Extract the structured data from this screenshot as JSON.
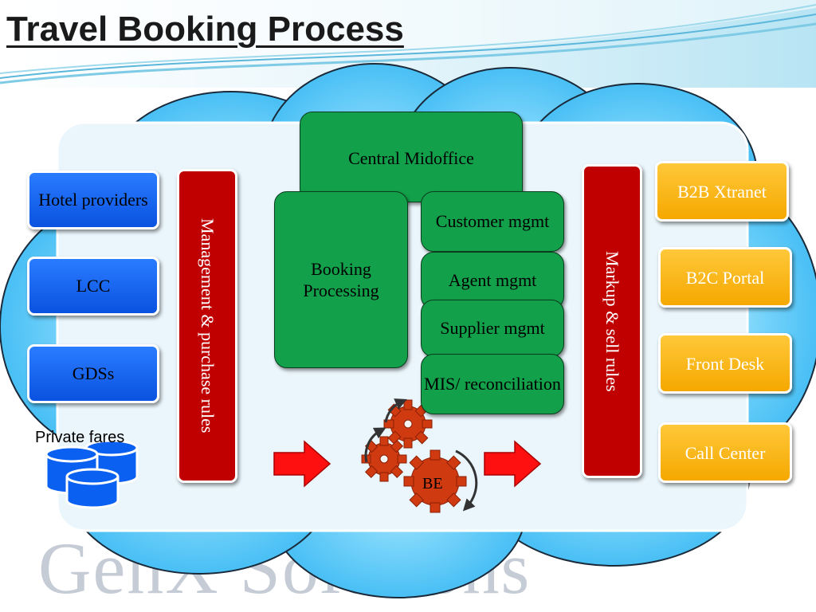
{
  "title": "Travel Booking Process",
  "watermark": "GenX Solutions",
  "suppliers": {
    "hotel": "Hotel providers",
    "lcc": "LCC",
    "gds": "GDSs",
    "private_fares": "Private fares"
  },
  "left_bar": "Management & purchase rules",
  "right_bar": "Markup & sell rules",
  "midoffice": {
    "central": "Central Midoffice",
    "booking": "Booking Processing",
    "customer": "Customer mgmt",
    "agent": "Agent mgmt",
    "supplier": "Supplier mgmt",
    "mis": "MIS/ reconciliation"
  },
  "engine": "BE",
  "channels": {
    "b2b": "B2B Xtranet",
    "b2c": "B2C Portal",
    "front_desk": "Front Desk",
    "call_center": "Call Center"
  },
  "colors": {
    "supplier_box": "#0a60f0",
    "rules_bar": "#c00000",
    "midoffice_box": "#13a04a",
    "channel_box": "#f5a800",
    "cloud": "#4fc3f7",
    "gear": "#d03a10",
    "arrow": "#ff0000"
  }
}
